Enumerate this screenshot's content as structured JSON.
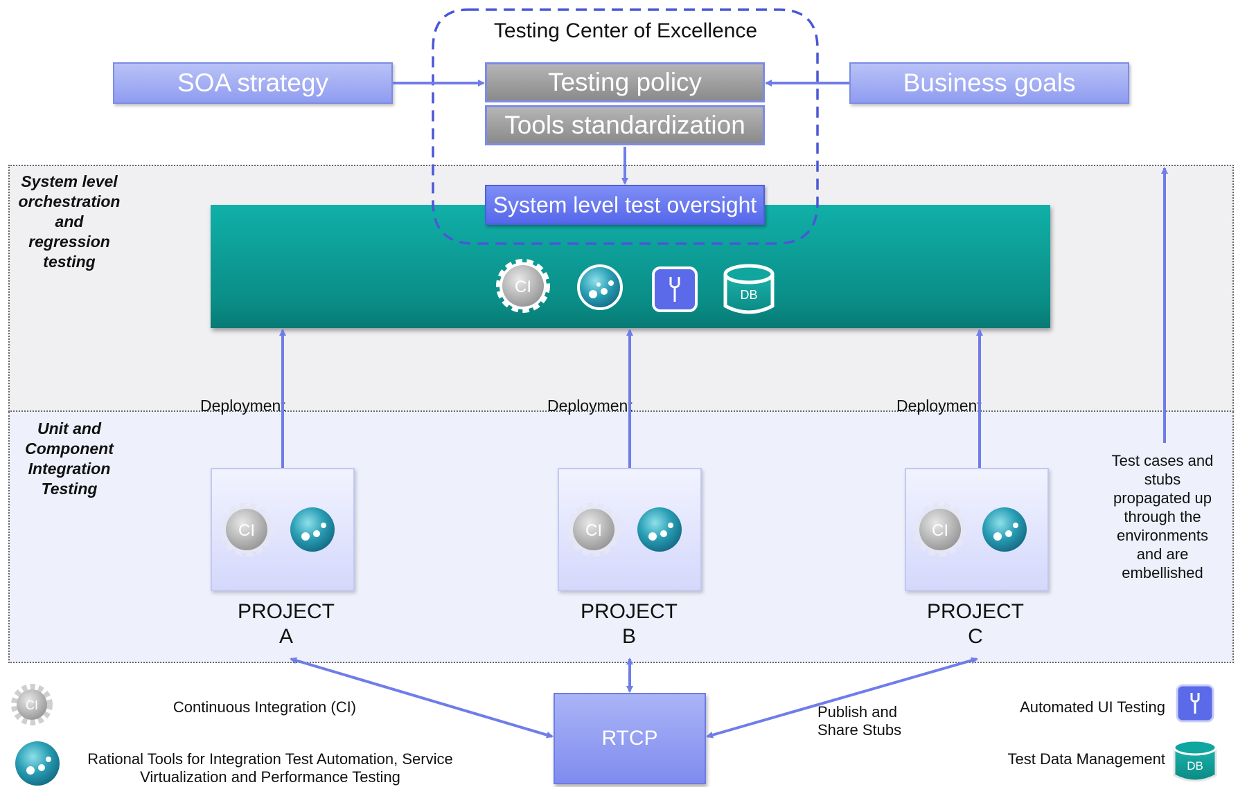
{
  "tcoe": {
    "title": "Testing Center of Excellence",
    "testing_policy": "Testing policy",
    "tools_standardization": "Tools standardization",
    "system_oversight": "System level test oversight"
  },
  "inputs": {
    "soa_strategy": "SOA strategy",
    "business_goals": "Business goals"
  },
  "bands": {
    "system_label": [
      "System level",
      "orchestration",
      "and",
      "regression",
      "testing"
    ],
    "unit_label": [
      "Unit and",
      "Component",
      "Integration",
      "Testing"
    ]
  },
  "system_icons": {
    "ci_label": "CI",
    "db_label": "DB"
  },
  "projects": [
    {
      "label_line1": "PROJECT",
      "label_line2": "A",
      "deployment": "Deployment",
      "ci_label": "CI"
    },
    {
      "label_line1": "PROJECT",
      "label_line2": "B",
      "deployment": "Deployment",
      "ci_label": "CI"
    },
    {
      "label_line1": "PROJECT",
      "label_line2": "C",
      "deployment": "Deployment",
      "ci_label": "CI"
    }
  ],
  "propagation_note": [
    "Test cases and",
    "stubs",
    "propagated up",
    "through the",
    "environments",
    "and are",
    "embellished"
  ],
  "rtcp": {
    "label": "RTCP",
    "publish_note_line1": "Publish and",
    "publish_note_line2": "Share Stubs"
  },
  "legend": {
    "ci_icon_label": "CI",
    "ci_text": "Continuous Integration (CI)",
    "rational_text_line1": "Rational Tools for Integration Test Automation, Service",
    "rational_text_line2": "Virtualization and Performance Testing",
    "ui_text": "Automated UI Testing",
    "tdm_text": "Test Data Management",
    "db_icon_label": "DB"
  },
  "colors": {
    "arrow": "#6f7de8",
    "teal": "#0a9a93",
    "box_blue": "#9aa6f2",
    "dashed_border": "#4a57d6"
  }
}
